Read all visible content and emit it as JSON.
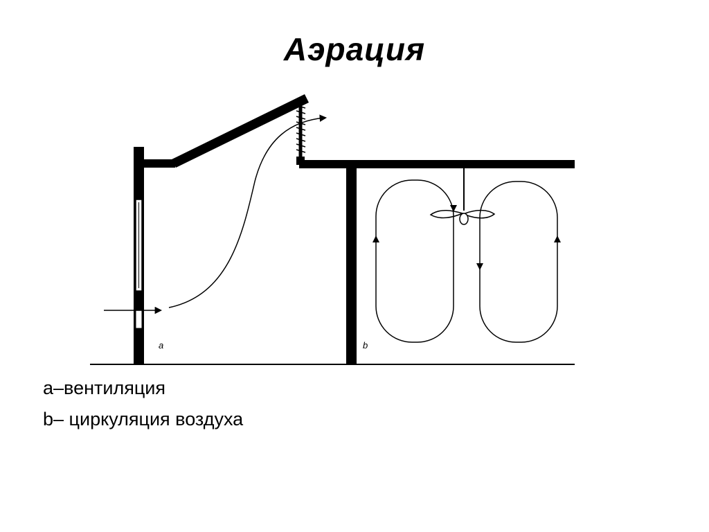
{
  "title": "Аэрация",
  "diagram": {
    "label_a": "a",
    "label_b": "b"
  },
  "captions": [
    "a–вентиляция",
    "b– циркуляция воздуха"
  ]
}
